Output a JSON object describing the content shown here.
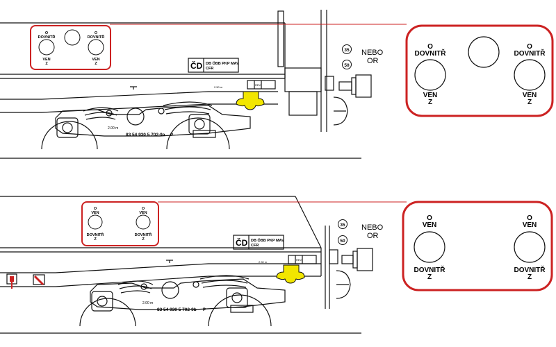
{
  "top": {
    "panel_small": {
      "top_left": [
        "O",
        "DOVNITŘ"
      ],
      "top_right": [
        "O",
        "DOVNITŘ"
      ],
      "bottom_left": [
        "VEN",
        "Z"
      ],
      "bottom_right": [
        "VEN",
        "Z"
      ]
    },
    "panel_large": {
      "top_left": [
        "O",
        "DOVNITŘ"
      ],
      "top_right": [
        "O",
        "DOVNITŘ"
      ],
      "bottom_left": [
        "VEN",
        "Z"
      ],
      "bottom_right": [
        "VEN",
        "Z"
      ]
    },
    "or_label": [
      "NEBO",
      "OR"
    ],
    "speed_a": "35",
    "speed_b": "50",
    "cd_logo": "ČD",
    "railways_line1": "DB ÖBB PKP MAV",
    "railways_line2": "CFR",
    "serial": "83 54 930 5 702-9a",
    "serial_mark": "P",
    "dimension": "2.00 m",
    "small_note": "2.50 m",
    "rev_label": "REV"
  },
  "bottom": {
    "panel_small": {
      "top_left": [
        "O",
        "VEN"
      ],
      "top_right": [
        "O",
        "VEN"
      ],
      "bottom_left": [
        "DOVNITŘ",
        "Z"
      ],
      "bottom_right": [
        "DOVNITŘ",
        "Z"
      ]
    },
    "panel_large": {
      "top_left": [
        "O",
        "VEN"
      ],
      "top_right": [
        "O",
        "VEN"
      ],
      "bottom_left": [
        "DOVNITŘ",
        "Z"
      ],
      "bottom_right": [
        "DOVNITŘ",
        "Z"
      ]
    },
    "or_label": [
      "NEBO",
      "OR"
    ],
    "speed_a": "35",
    "speed_b": "50",
    "cd_logo": "ČD",
    "railways_line1": "DB ÖBB PKP MAV",
    "railways_line2": "CFR",
    "serial": "83 54 930 5 702-9b",
    "serial_mark": "P",
    "dimension": "2.00 m",
    "small_note": "2.50 m",
    "rev_label": "REV"
  },
  "colors": {
    "frame": "#cc2222",
    "line": "#111111",
    "highlight": "#f2e600"
  }
}
